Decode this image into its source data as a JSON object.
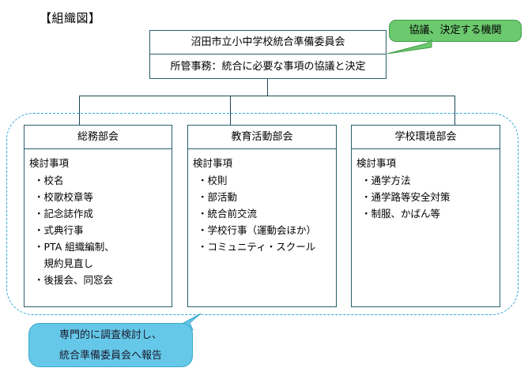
{
  "page": {
    "title": "【組織図】"
  },
  "top_box": {
    "title": "沼田市立小中学校統合準備委員会",
    "subtitle": "所管事務：統合に必要な事項の協議と決定"
  },
  "callouts": {
    "decision": {
      "text": "協議、決定する機関",
      "fill": "#6cc96e",
      "border": "#3f9c48"
    },
    "report": {
      "line1": "専門的に調査検討し、",
      "line2": "統合準備委員会へ報告",
      "fill": "#66c8e8",
      "border": "#3ba9cc"
    }
  },
  "group": {
    "border_color": "#2fa8d8"
  },
  "departments": [
    {
      "name": "総務部会",
      "section_label": "検討事項",
      "items": [
        "・校名",
        "・校歌校章等",
        "・記念誌作成",
        "・式典行事",
        "・PTA 組織編制、",
        "　規約見直し",
        "・後援会、同窓会"
      ]
    },
    {
      "name": "教育活動部会",
      "section_label": "検討事項",
      "items": [
        "・校則",
        "・部活動",
        "・統合前交流",
        "・学校行事（運動会ほか）",
        "・コミュニティ・スクール"
      ]
    },
    {
      "name": "学校環境部会",
      "section_label": "検討事項",
      "items": [
        "・通学方法",
        "・通学路等安全対策",
        "・制服、かばん等"
      ]
    }
  ],
  "colors": {
    "box_border": "#2a5d6e",
    "connector": "#1f4654"
  }
}
